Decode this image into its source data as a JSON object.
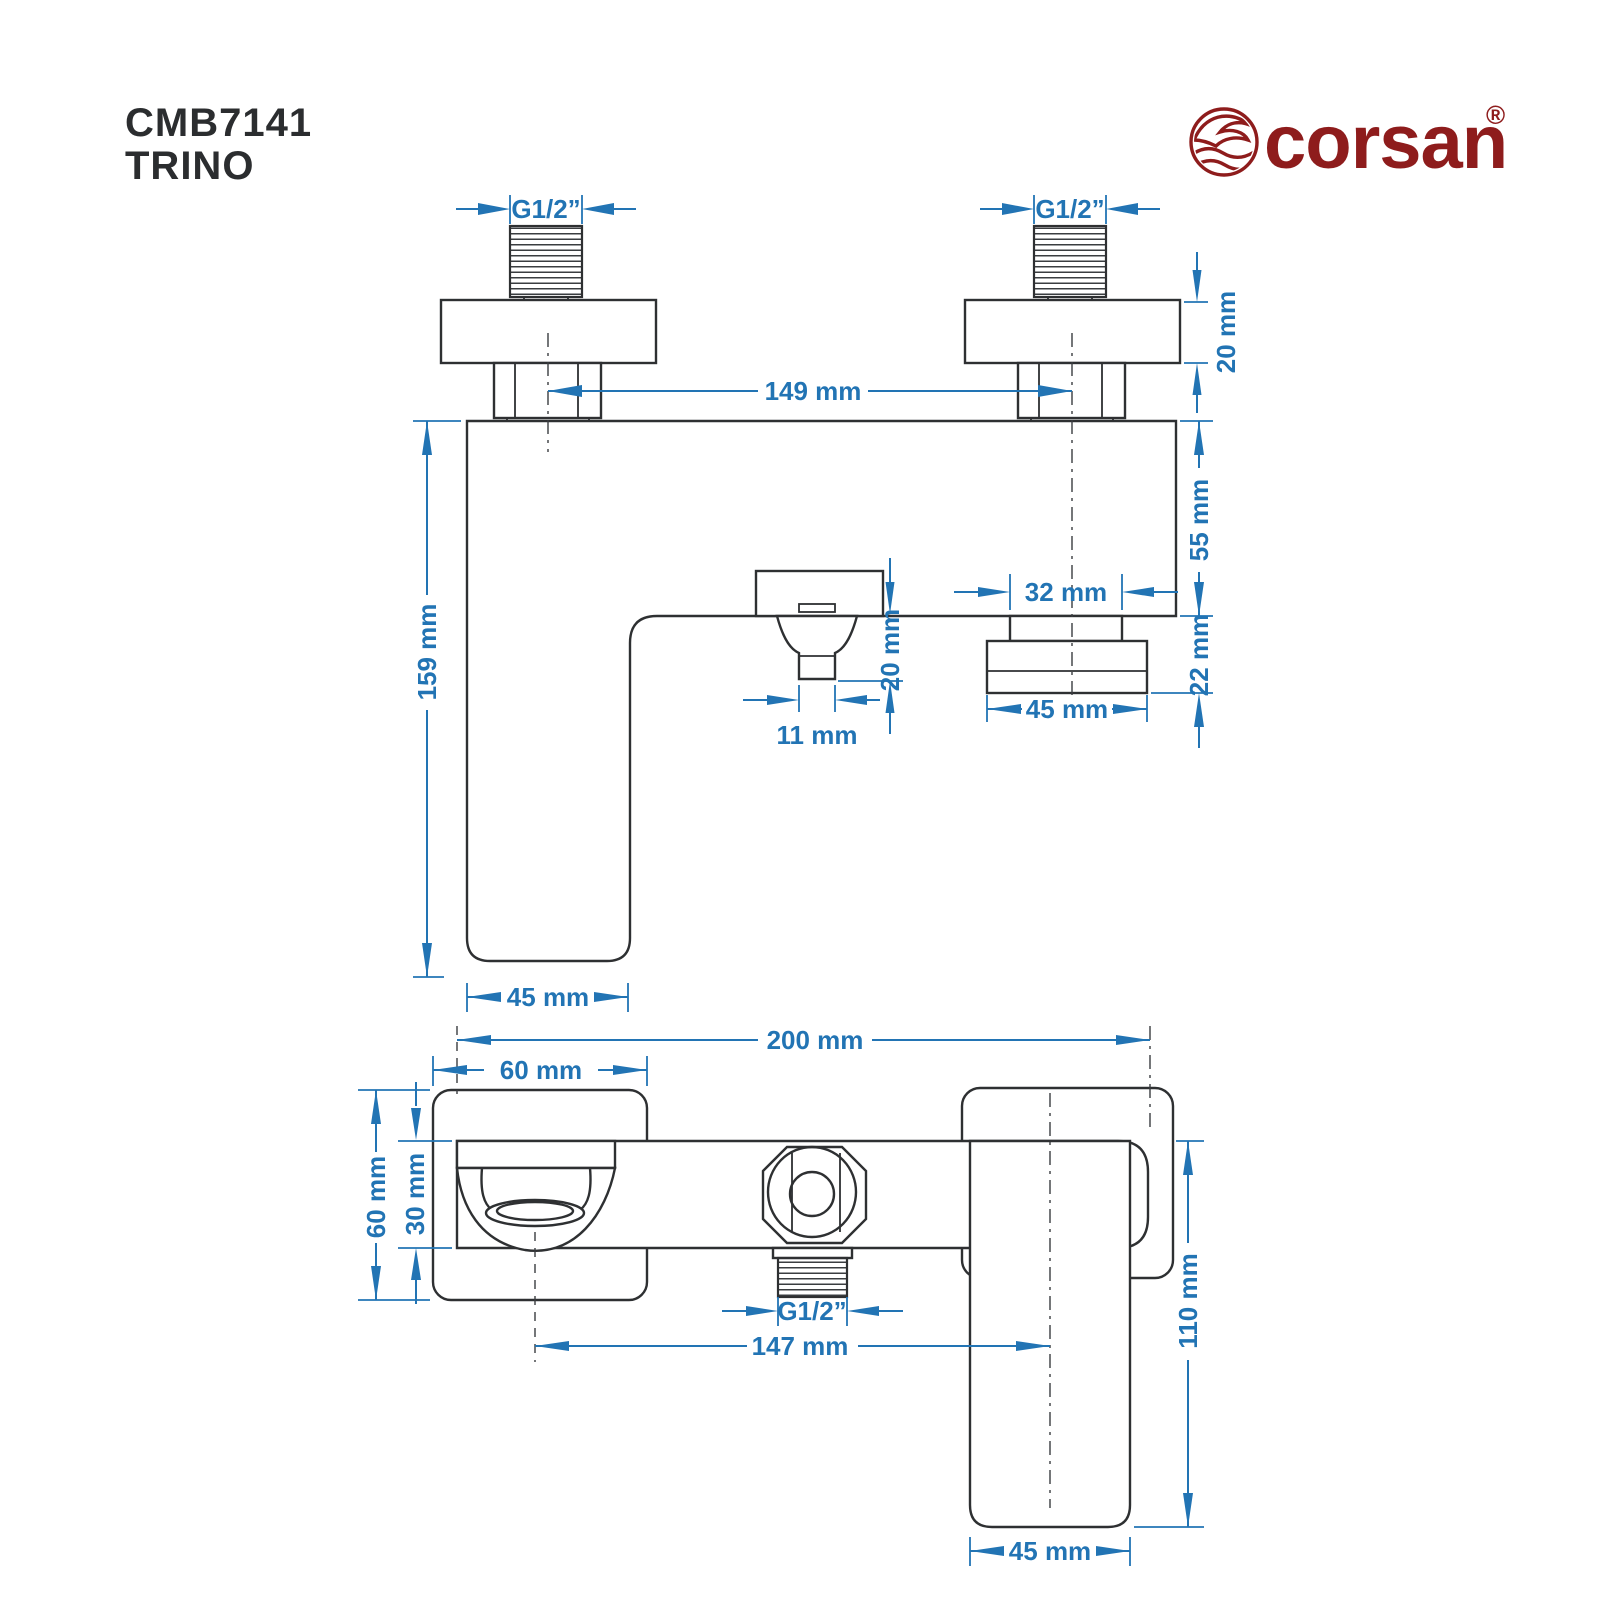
{
  "product": {
    "code": "CMB7141",
    "name": "TRINO"
  },
  "brand": {
    "name": "corsan",
    "registered_mark": "®"
  },
  "colors": {
    "dimension_blue": "#2274b4",
    "drawing_line_dark": "#2e3032",
    "brand_red": "#8e1c1c"
  },
  "side_view": {
    "label_g_thread_left": "G1/2”",
    "label_g_thread_right": "G1/2”",
    "label_port_spacing": "149 mm",
    "label_rosette_depth": "20 mm",
    "label_body_height": "55 mm",
    "label_knob_height": "22 mm",
    "label_knob_neck_width": "32 mm",
    "label_knob_width": "45 mm",
    "label_spout_drop": "20 mm",
    "label_spout_outlet_width": "11 mm",
    "label_overall_height": "159 mm",
    "label_lever_width": "45 mm"
  },
  "front_view": {
    "label_overall_width": "200 mm",
    "label_plate_width": "60 mm",
    "label_plate_height": "60 mm",
    "label_body_band_height": "30 mm",
    "label_shower_outlet_thread": "G1/2”",
    "label_center_distance": "147 mm",
    "label_lever_height": "110 mm",
    "label_lever_width": "45 mm"
  }
}
